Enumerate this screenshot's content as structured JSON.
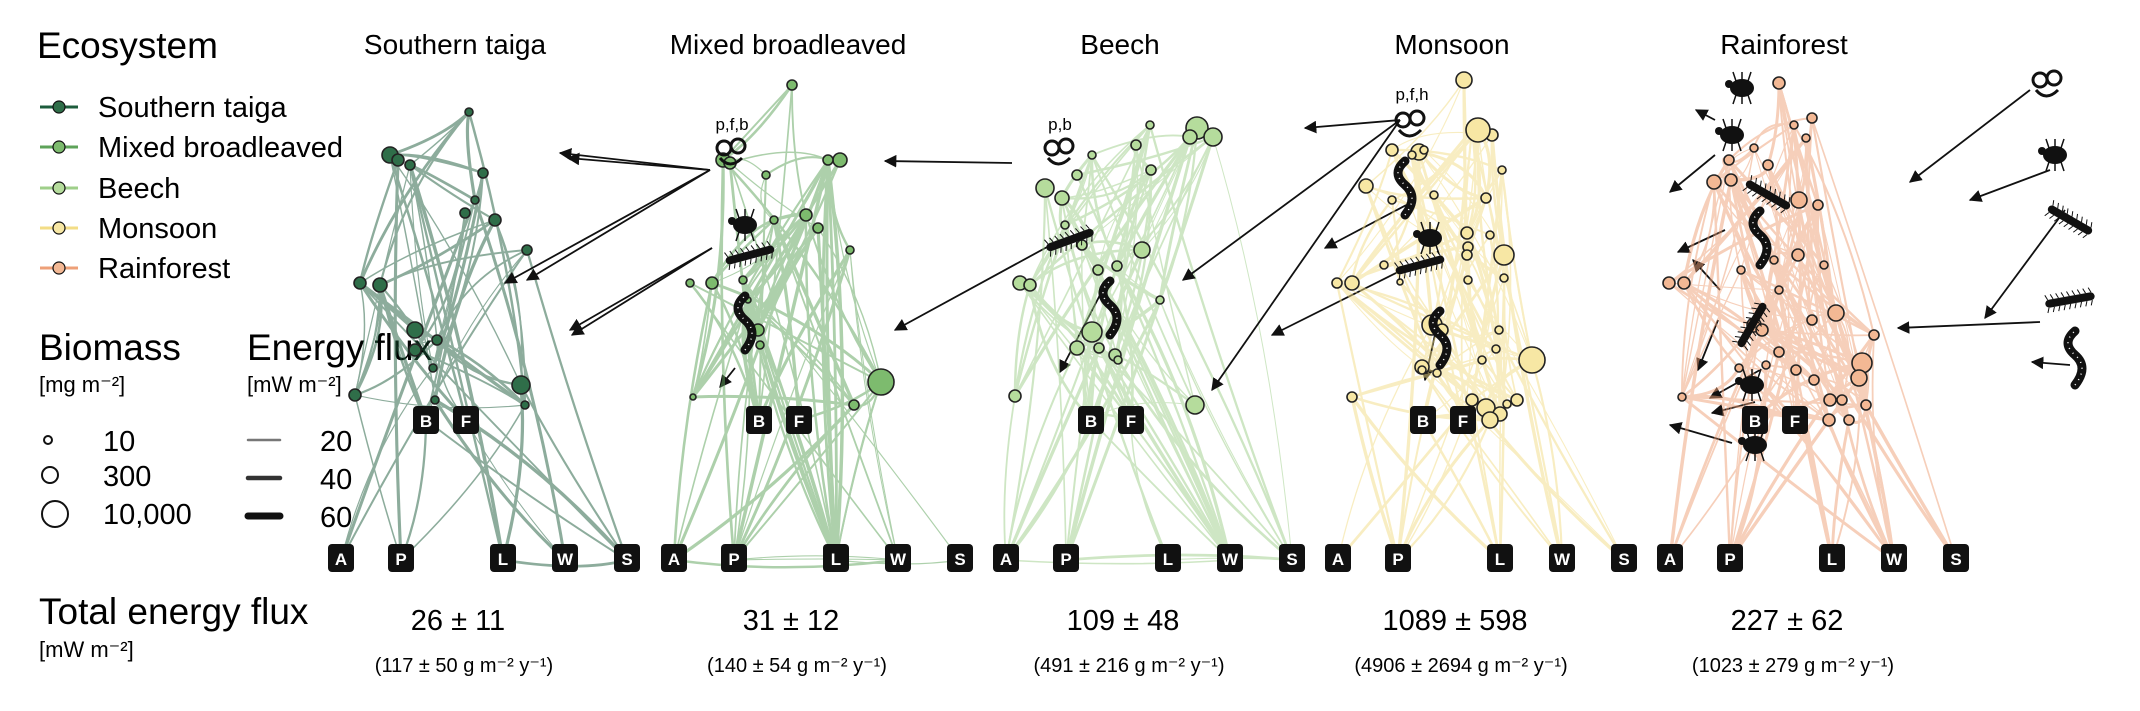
{
  "legend": {
    "ecosystem_title": "Ecosystem",
    "ecosystems": [
      {
        "name": "Southern taiga",
        "color": "#1d5c3c"
      },
      {
        "name": "Mixed broadleaved",
        "color": "#5ea35a"
      },
      {
        "name": "Beech",
        "color": "#9fcf8a"
      },
      {
        "name": "Monsoon",
        "color": "#f3dd86"
      },
      {
        "name": "Rainforest",
        "color": "#eea078"
      }
    ],
    "biomass_title": "Biomass",
    "biomass_unit": "[mg m⁻²]",
    "biomass_values": [
      "10",
      "300",
      "10,000"
    ],
    "energy_title": "Energy flux",
    "energy_unit": "[mW m⁻²]",
    "energy_values": [
      "20",
      "40",
      "60"
    ],
    "total_title": "Total energy flux",
    "total_unit": "[mW m⁻²]"
  },
  "panels": [
    {
      "title": "Southern taiga",
      "total_flux": "26 ± 11",
      "mass_flux": "(117 ± 50 g m⁻² y⁻¹)",
      "annotation": "p,f,b",
      "color": "#1d5c3c",
      "node_fill": "#2f6e49"
    },
    {
      "title": "Mixed broadleaved",
      "total_flux": "31 ± 12",
      "mass_flux": "(140 ± 54 g m⁻² y⁻¹)",
      "annotation": "p,b",
      "color": "#5ea35a",
      "node_fill": "#7dbb6e"
    },
    {
      "title": "Beech",
      "total_flux": "109 ± 48",
      "mass_flux": "(491 ± 216 g m⁻² y⁻¹)",
      "annotation": "p,f,h",
      "color": "#9fcf8a",
      "node_fill": "#b5dc9c"
    },
    {
      "title": "Monsoon",
      "total_flux": "1089 ± 598",
      "mass_flux": "(4906 ± 2694 g m⁻² y⁻¹)",
      "annotation": "",
      "color": "#f3dd86",
      "node_fill": "#f7e7a4"
    },
    {
      "title": "Rainforest",
      "total_flux": "227 ± 62",
      "mass_flux": "(1023 ± 279 g m⁻² y⁻¹)",
      "annotation": "",
      "color": "#eea078",
      "node_fill": "#f3b894"
    }
  ],
  "resource_labels": [
    "A",
    "P",
    "L",
    "W",
    "S"
  ],
  "mid_labels": [
    "B",
    "F"
  ]
}
